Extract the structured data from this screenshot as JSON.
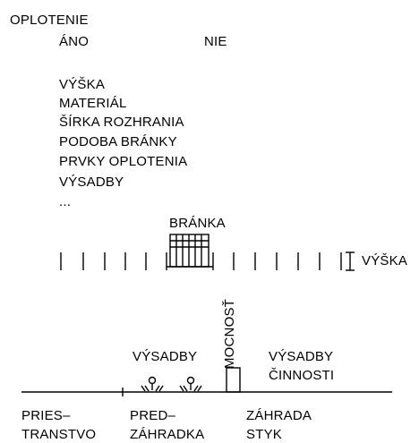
{
  "header": {
    "title": "OPLOTENIE",
    "yes": "ÁNO",
    "no": "NIE"
  },
  "attributes": [
    "VÝŠKA",
    "MATERIÁL",
    "ŠÍRKA ROZHRANIA",
    "PODOBA BRÁNKY",
    "PRVKY OPLOTENIA",
    "VÝSADBY",
    "..."
  ],
  "fence": {
    "gate_label": "BRÁNKA",
    "height_label": "VÝŠKA"
  },
  "section": {
    "width_label": "MOCNOSŤ",
    "left_planting": "VÝSADBY",
    "right_planting_1": "VÝSADBY",
    "right_planting_2": "ČINNOSTI"
  },
  "zones": {
    "public_1": "PRIES–",
    "public_2": "TRANSTVO",
    "front_1": "PRED–",
    "front_2": "ZÁHRADKA",
    "garden_1": "ZÁHRADA",
    "garden_2": "STYK"
  }
}
